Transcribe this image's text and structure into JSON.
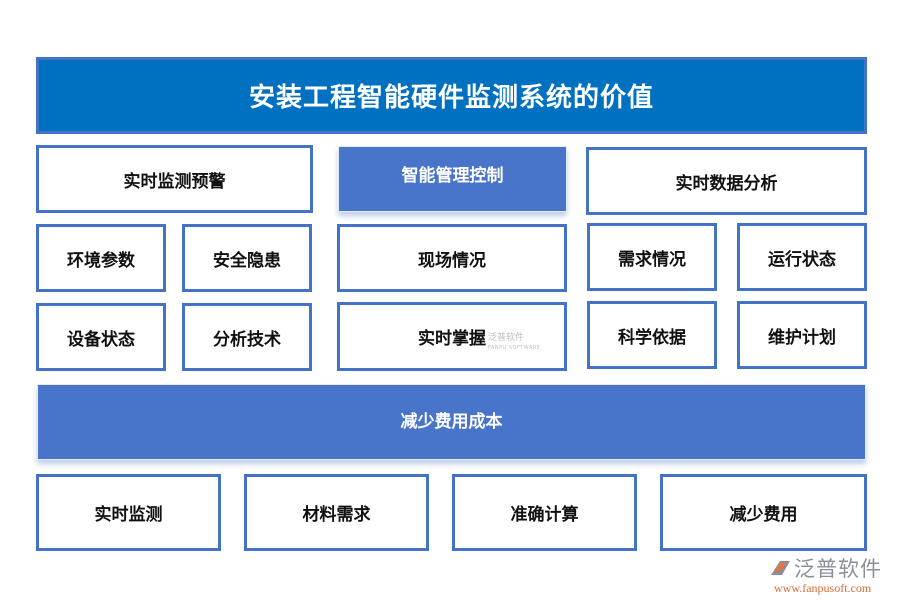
{
  "title": "安装工程智能硬件监测系统的价值",
  "columns": [
    {
      "header": "实时监测预警",
      "items": [
        "环境参数",
        "安全隐患",
        "设备状态",
        "分析技术"
      ]
    },
    {
      "header": "智能管理控制",
      "items": [
        "现场情况",
        "实时掌握"
      ]
    },
    {
      "header": "实时数据分析",
      "items": [
        "需求情况",
        "运行状态",
        "科学依据",
        "维护计划"
      ]
    }
  ],
  "summary": {
    "label": "减少费用成本",
    "items": [
      "实时监测",
      "材料需求",
      "准确计算",
      "减少费用"
    ]
  },
  "watermark": {
    "text": "泛普软件",
    "subtext": "FANPU SOFTWARE"
  },
  "logo": {
    "brand": "泛普软件",
    "url": "www.fanpusoft.com"
  },
  "colors": {
    "title_bg": "#0070c0",
    "accent_blue": "#4472c4",
    "filled_bg": "#4874ca",
    "logo_orange": "#d86b3a"
  }
}
